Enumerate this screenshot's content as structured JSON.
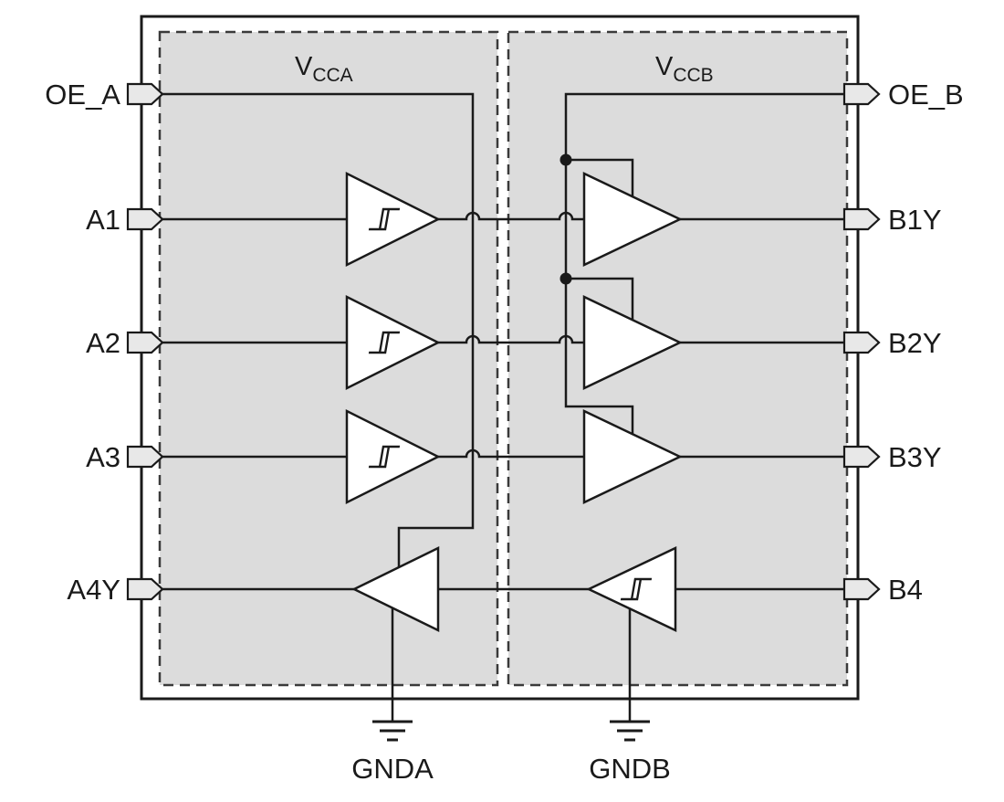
{
  "chip": {
    "domains": [
      {
        "name": "VCCA",
        "base": "V",
        "sub": "CCA"
      },
      {
        "name": "VCCB",
        "base": "V",
        "sub": "CCB"
      }
    ],
    "pins_left": [
      {
        "label": "OE_A"
      },
      {
        "label": "A1"
      },
      {
        "label": "A2"
      },
      {
        "label": "A3"
      },
      {
        "label": "A4Y"
      }
    ],
    "pins_right": [
      {
        "label": "OE_B"
      },
      {
        "label": "B1Y"
      },
      {
        "label": "B2Y"
      },
      {
        "label": "B3Y"
      },
      {
        "label": "B4"
      }
    ],
    "grounds": [
      {
        "label": "GNDA"
      },
      {
        "label": "GNDB"
      }
    ],
    "colors": {
      "domain_fill": "#dcdcdc",
      "line": "#1a1a1a",
      "pin_fill": "#e8e8e8",
      "buffer_fill": "#ffffff"
    },
    "channels": [
      {
        "from": "A1",
        "to": "B1Y",
        "a_side": "schmitt-buffer",
        "b_side": "buffer",
        "enable": "OE_B"
      },
      {
        "from": "A2",
        "to": "B2Y",
        "a_side": "schmitt-buffer",
        "b_side": "buffer",
        "enable": "OE_B"
      },
      {
        "from": "A3",
        "to": "B3Y",
        "a_side": "schmitt-buffer",
        "b_side": "buffer",
        "enable": "OE_B"
      },
      {
        "from": "B4",
        "to": "A4Y",
        "b_side": "schmitt-buffer",
        "a_side": "buffer",
        "enable": "OE_A"
      }
    ]
  }
}
